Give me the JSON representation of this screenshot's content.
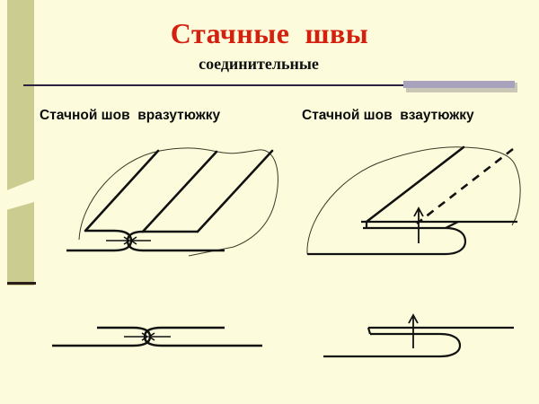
{
  "slide": {
    "background_color": "#fcfcdc",
    "accent_band_color": "#cbcc90",
    "title_color": "#d4200f",
    "divider_block_color": "#a9a2bd",
    "ink_color": "#101010"
  },
  "header": {
    "title": "Стачные  швы",
    "subtitle": "соединительные"
  },
  "columns": [
    {
      "id": "vrazutyuzhku",
      "label": "Стачной шов  вразутюжку",
      "diagram_perspective_name": "seam-pressed-open-perspective",
      "diagram_section_name": "seam-pressed-open-cross-section",
      "seam_marker": "two-opposed-arrows",
      "diagonal_solid_lines": 3,
      "diagonal_dashed_lines": 0
    },
    {
      "id": "vzautyuzhku",
      "label": "Стачной шов  взаутюжку",
      "diagram_perspective_name": "seam-pressed-to-one-side-perspective",
      "diagram_section_name": "seam-pressed-to-one-side-cross-section",
      "seam_marker": "single-up-arrow",
      "diagonal_solid_lines": 1,
      "diagonal_dashed_lines": 1
    }
  ],
  "icons": {
    "accent_band": "decorative-side-band",
    "divider": "horizontal-rule-with-block",
    "bullet_dash": "small-dash-mark"
  }
}
